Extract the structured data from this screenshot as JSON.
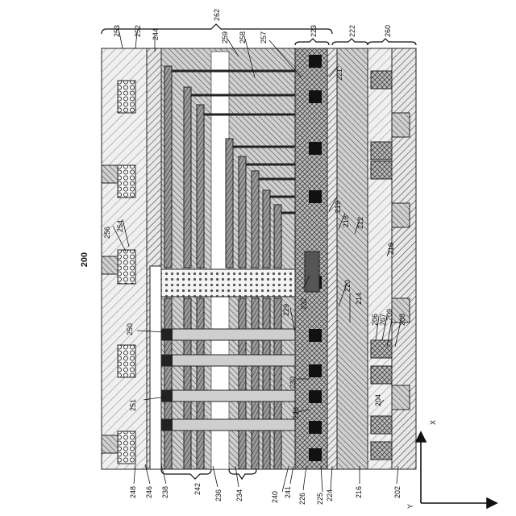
{
  "figure": {
    "number": "200",
    "axes": {
      "x": "X",
      "y": "Y"
    },
    "reference_numerals": {
      "top": [
        "253",
        "252",
        "244",
        "262",
        "259",
        "258",
        "257",
        "223",
        "222",
        "260"
      ],
      "upper_inner": [
        "221",
        "219",
        "218",
        "212",
        "210",
        "256",
        "254",
        "232",
        "229",
        "220",
        "214",
        "206",
        "207",
        "209",
        "208",
        "250",
        "230",
        "204",
        "251",
        "228"
      ],
      "bottom": [
        "248",
        "246",
        "238",
        "242",
        "236",
        "234",
        "240",
        "241",
        "226",
        "225",
        "224",
        "216",
        "202"
      ]
    }
  }
}
